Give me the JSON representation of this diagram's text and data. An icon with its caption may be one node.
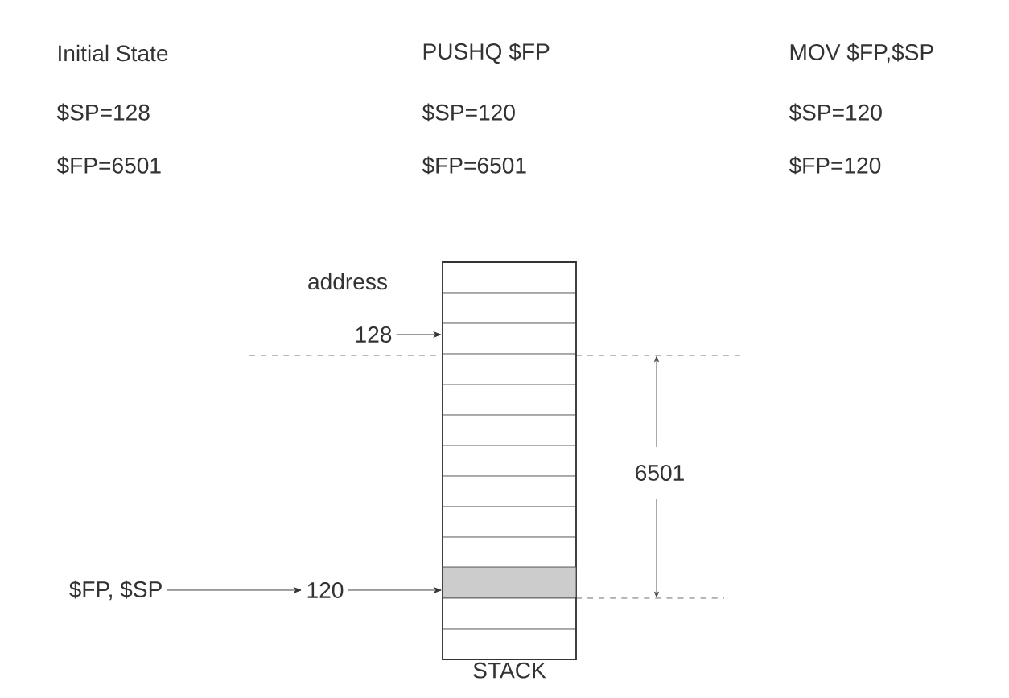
{
  "diagram": {
    "nodes": [
      {
        "text": [
          "STACK"
        ]
      },
      {
        "text": [
          "128"
        ]
      },
      {
        "text": [
          "$FP, $SP"
        ]
      },
      {
        "text": [
          "120"
        ]
      },
      {
        "text": [],
        "shape": "box",
        "in": 0
      }
    ],
    "edges": [
      {
        "from": 1,
        "to": 0,
        "arrow": "to"
      },
      {
        "from": 2,
        "to": 3,
        "arrow": "to"
      },
      {
        "from": 3,
        "to": 4,
        "arrow": "to"
      }
    ],
    "labels": [
      "Initial State",
      "PUSHQ $FP",
      "MOV $FP,$SP",
      "$SP=128",
      "$SP=120",
      "$SP=120",
      "$FP=6501",
      "$FP=6501",
      "$FP=120",
      "address",
      "6501"
    ]
  }
}
